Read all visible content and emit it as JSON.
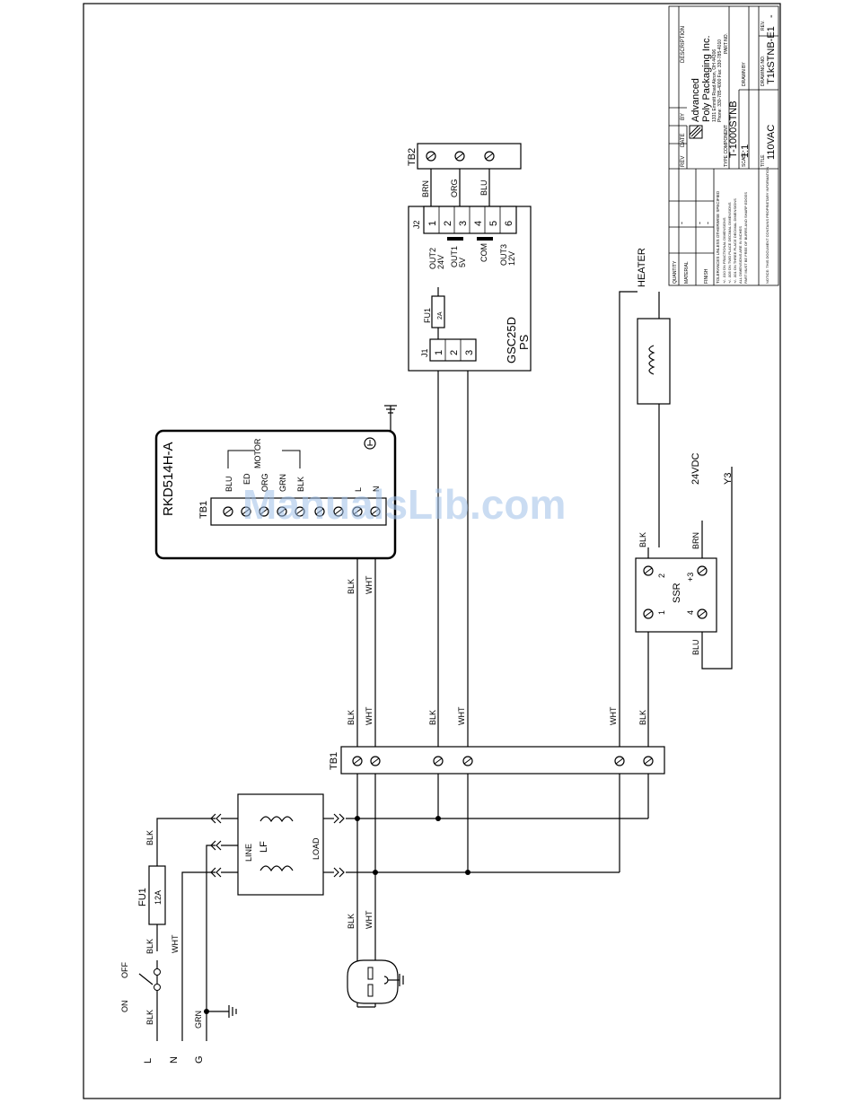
{
  "watermark": "ManualsLib.com",
  "title_block": {
    "company_line1": "Advanced",
    "company_line2": "Poly Packaging Inc.",
    "address": "1331 Emmitt Road  Akron, OH 44306",
    "phone": "Phone: 330-785-4000  Fax: 330-785-4010",
    "rev": "REV",
    "date": "DATE",
    "by": "BY",
    "description": "DESCRIPTION",
    "quantity": "QUANTITY",
    "material": "MATERIAL",
    "finish": "FINISH",
    "dash1": "-",
    "dash2": "-",
    "dash3": "-",
    "tolerance": "TOLERANCES UNLESS OTHERWISE SPECIFIED",
    "tol_lines": [
      "+/- .010 ON FRACTIONAL DIMENSIONS",
      "+/- .005 ON TWO PLACE DECIMAL DIMENSIONS",
      "+/- .001 ON THREE PLACE DECIMAL DIMENSIONS",
      "ALL DIMENSIONS ARE IN INCHES",
      "PART MUST BE FREE OF BURRS AND SHARP EDGES"
    ],
    "notice": "NOTICE: THIS DOCUMENT CONTAINS PROPRIETARY INFORMATION",
    "part_number": "PART NO.",
    "type_label": "TYPE COMPONENT",
    "type_value": "T-1000STNB",
    "scale_label": "SCALE",
    "scale": "1:1",
    "drawn_by": "DRAWN BY",
    "title_label": "TITLE",
    "title": "110VAC",
    "drawing_number_label": "DRAWING NO.",
    "drawing_number": "T1kSTNB-E1",
    "rev_label": "REV.",
    "rev_value": "-"
  },
  "labels": {
    "L": "L",
    "N": "N",
    "G": "G",
    "on": "ON",
    "off": "OFF",
    "blk": "BLK",
    "wht": "WHT",
    "grn": "GRN",
    "brn": "BRN",
    "org": "ORG",
    "blu": "BLU",
    "fu1": "FU1",
    "fu1_rating": "12A",
    "lf": "LF",
    "line": "LINE",
    "load": "LOAD",
    "tb1": "TB1",
    "tb2": "TB2",
    "motor_model": "RKD514H-A",
    "motor_tb": "TB1",
    "motor": "MOTOR",
    "motor_pins": [
      "BLU",
      "ED",
      "ORG",
      "GRN",
      "BLK"
    ],
    "motor_l": "L",
    "motor_n": "N",
    "ps_model": "GSC25D",
    "ps": "PS",
    "j1": "J1",
    "j2": "J2",
    "j1_pins": [
      "1",
      "2",
      "3"
    ],
    "j2_pins": [
      "1",
      "2",
      "3",
      "4",
      "5",
      "6"
    ],
    "ps_fu1": "FU1",
    "ps_fu1_rating": "2A",
    "out2": "OUT2",
    "out2_v": "24V",
    "out1": "OUT1",
    "out1_v": "5V",
    "com": "COM",
    "out3": "OUT3",
    "out3_v": "12V",
    "heater": "HEATER",
    "ssr": "SSR",
    "ssr_pins": [
      "1",
      "2",
      "4",
      "+3"
    ],
    "vdc": "24VDC",
    "y3": "Y3"
  }
}
